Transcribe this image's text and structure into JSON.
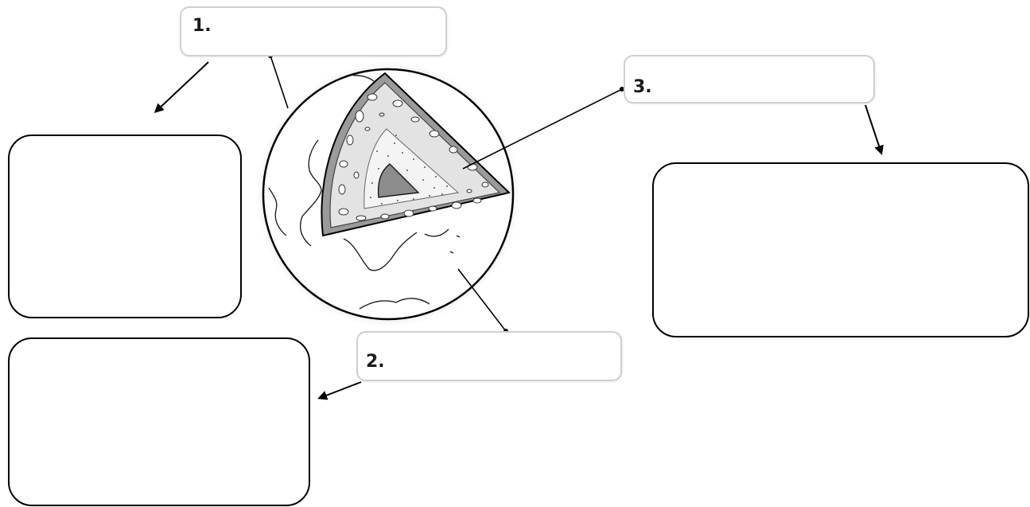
{
  "labels": {
    "one": "1.",
    "two": "2.",
    "three": "3."
  },
  "colors": {
    "line": "#000000",
    "crust": "#9a9a9a",
    "mantle": "#e0e0e0",
    "outer_core": "#f2f2f2",
    "inner_core": "#8c8c8c",
    "label_border": "#cfcfcf"
  }
}
